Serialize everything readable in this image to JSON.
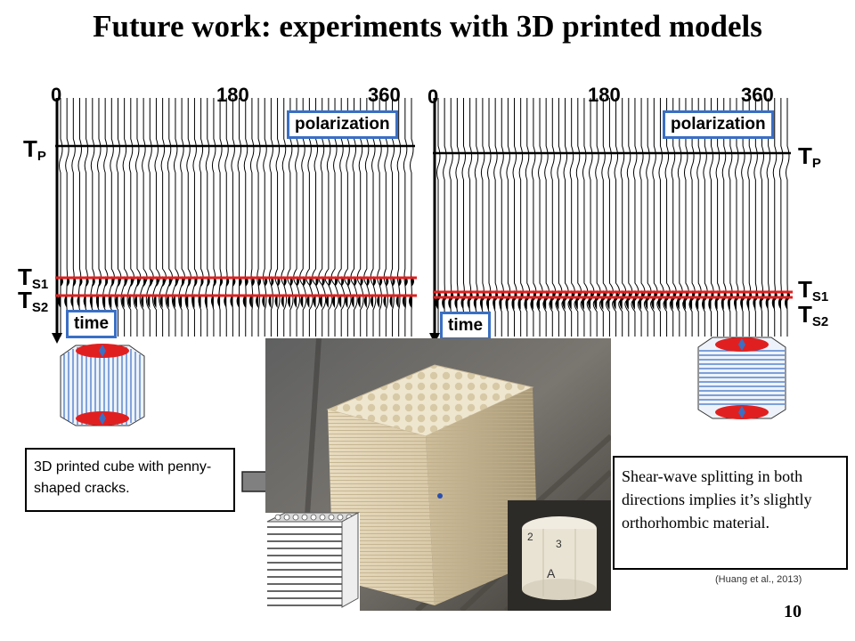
{
  "title": "Future work: experiments with 3D printed models",
  "left_panel": {
    "tick_0": "0",
    "tick_180": "180",
    "tick_360": "360",
    "polarization_label": "polarization",
    "time_label": "time",
    "tp_main": "T",
    "tp_sub": "P",
    "ts1_main": "T",
    "ts1_sub": "S1",
    "ts2_main": "T",
    "ts2_sub": "S2"
  },
  "right_panel": {
    "tick_0": "0",
    "tick_180": "180",
    "tick_360": "360",
    "polarization_label": "polarization",
    "time_label": "time",
    "tp_main": "T",
    "tp_sub": "P",
    "ts1_main": "T",
    "ts1_sub": "S1",
    "ts2_main": "T",
    "ts2_sub": "S2"
  },
  "cube_caption": "3D printed cube with penny-shaped cracks.",
  "splitting_note": "Shear-wave splitting in both directions implies it’s slightly orthorhombic material.",
  "citation": "(Huang et al., 2013)",
  "slide_number": "10",
  "photo_octagon_marks": [
    "2",
    "3",
    "A"
  ],
  "colors": {
    "accent_blue": "#3a6fc4",
    "red_line": "#e02020",
    "trace": "#000000"
  }
}
